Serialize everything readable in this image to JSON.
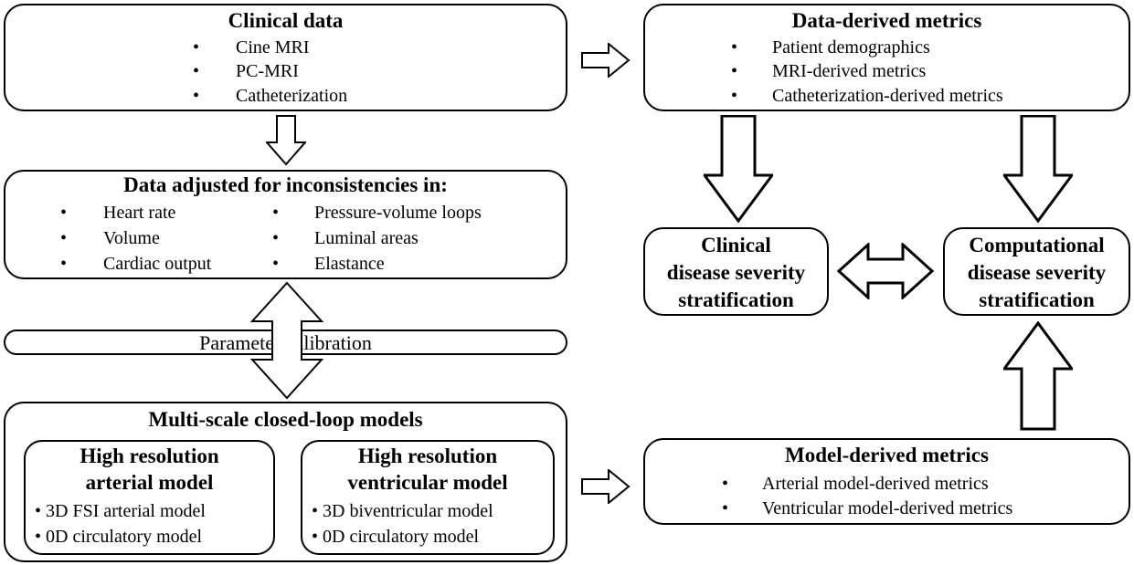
{
  "clinical_data": {
    "title": "Clinical data",
    "items": [
      "Cine MRI",
      "PC-MRI",
      "Catheterization"
    ]
  },
  "data_derived": {
    "title": "Data-derived metrics",
    "items": [
      "Patient demographics",
      "MRI-derived metrics",
      "Catheterization-derived metrics"
    ]
  },
  "adjusted": {
    "title": "Data adjusted for inconsistencies in:",
    "left_items": [
      "Heart rate",
      "Volume",
      "Cardiac output"
    ],
    "right_items": [
      "Pressure-volume loops",
      "Luminal areas",
      "Elastance"
    ]
  },
  "calibration": {
    "label": "Parameter calibration"
  },
  "clinical_stratification": {
    "lines": [
      "Clinical",
      "disease severity",
      "stratification"
    ]
  },
  "computational_stratification": {
    "lines": [
      "Computational",
      "disease severity",
      "stratification"
    ]
  },
  "models": {
    "title": "Multi-scale closed-loop models",
    "arterial": {
      "title_lines": [
        "High resolution",
        "arterial model"
      ],
      "items": [
        "3D FSI arterial model",
        "0D circulatory model"
      ]
    },
    "ventricular": {
      "title_lines": [
        "High resolution",
        "ventricular model"
      ],
      "items": [
        "3D biventricular model",
        "0D circulatory model"
      ]
    }
  },
  "model_derived": {
    "title": "Model-derived metrics",
    "items": [
      "Arterial model-derived metrics",
      "Ventricular model-derived metrics"
    ]
  }
}
